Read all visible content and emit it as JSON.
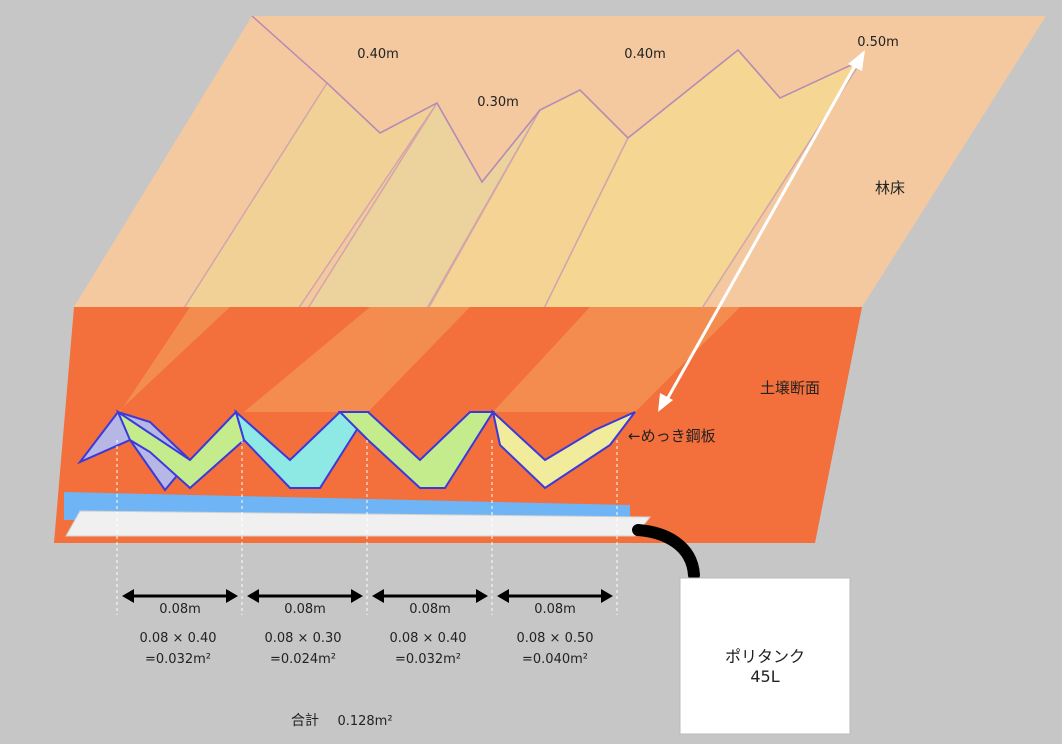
{
  "diagram": {
    "forest_floor_label": "林床",
    "soil_section_label": "土壌断面",
    "plate_label": "←めっき鋼板",
    "tank_label_line1": "ポリタンク",
    "tank_label_line2": "45L",
    "top_heights": [
      "0.40m",
      "0.30m",
      "0.40m",
      "0.50m"
    ],
    "segments": [
      {
        "width": "0.08m",
        "formula": "0.08 × 0.40",
        "result": "=0.032m²"
      },
      {
        "width": "0.08m",
        "formula": "0.08 × 0.30",
        "result": "=0.024m²"
      },
      {
        "width": "0.08m",
        "formula": "0.08 × 0.40",
        "result": "=0.032m²"
      },
      {
        "width": "0.08m",
        "formula": "0.08 × 0.50",
        "result": "=0.040m²"
      }
    ],
    "total_label": "合計",
    "total_value": "0.128m²"
  },
  "colors": {
    "background": "#c6c6c6",
    "forest_floor": "#f4c9a0",
    "soil": "#f36f3c",
    "plate_green": "#c4ec8c",
    "plate_cyan": "#8ee8e4",
    "plate_yellow": "#f0ec9c",
    "gutter_blue": "#6fb4f4",
    "tray_white": "#f0f0f0",
    "hose": "#000000",
    "tank": "#ffffff"
  }
}
